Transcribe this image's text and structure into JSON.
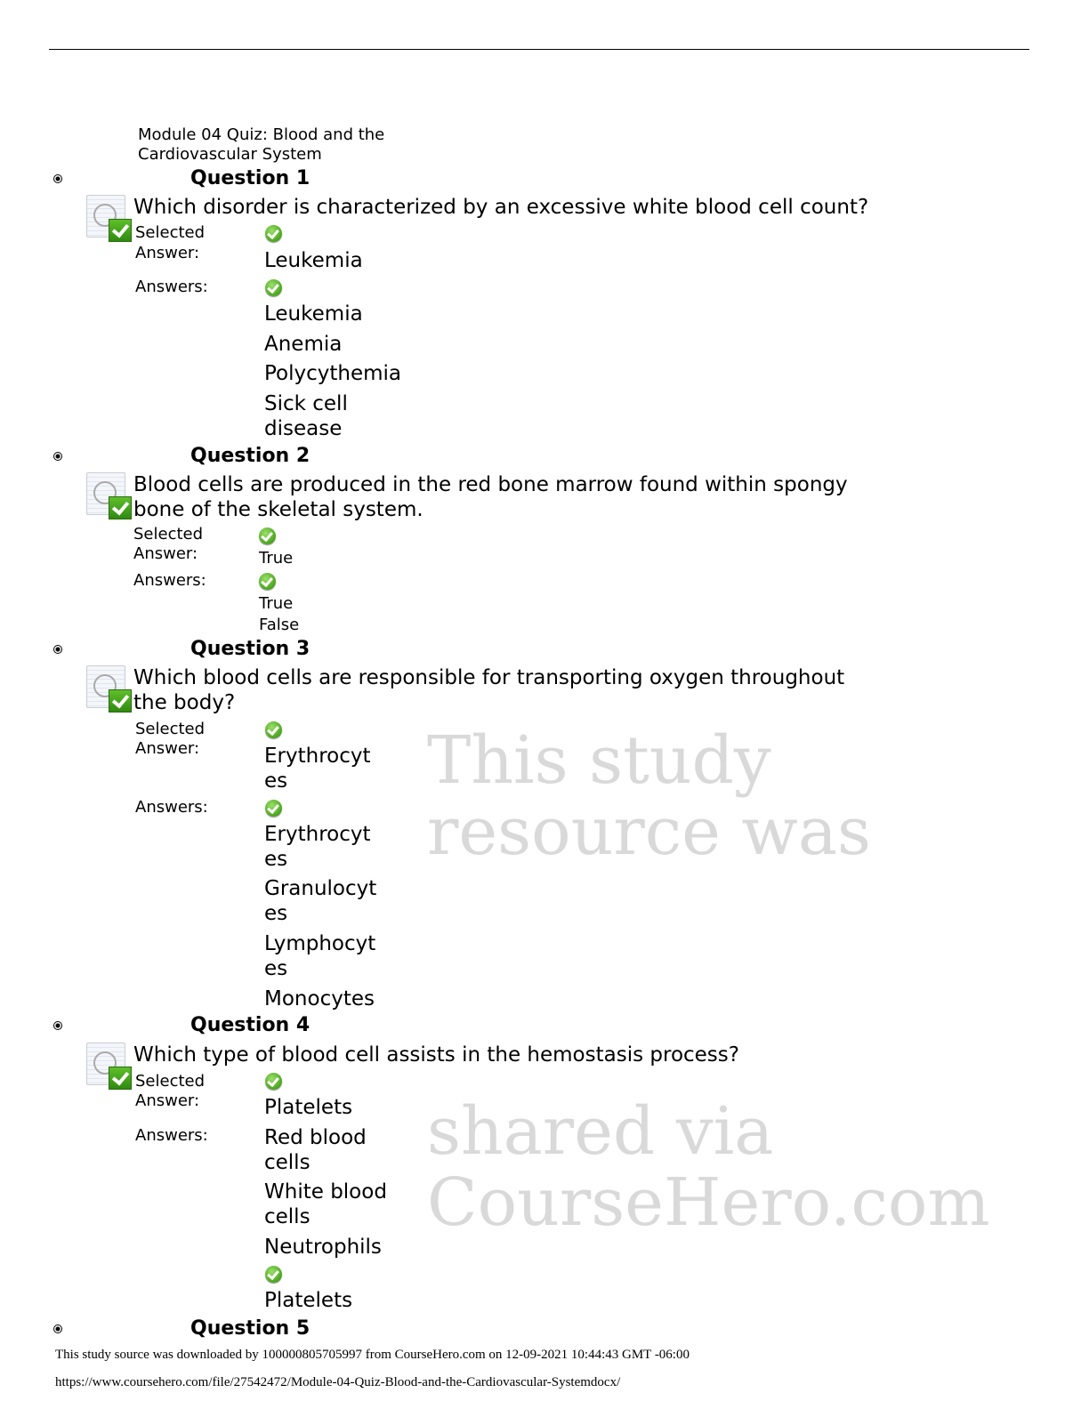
{
  "document": {
    "title_line1": "Module 04 Quiz: Blood and the",
    "title_line2": "Cardiovascular System"
  },
  "labels": {
    "selected_line1": "Selected",
    "selected_line2": "Answer:",
    "answers": "Answers:"
  },
  "questions": [
    {
      "heading": "Question 1",
      "text": "Which disorder is characterized by an excessive white blood cell count?",
      "selected": "Leukemia",
      "answers": [
        "Leukemia",
        "Anemia",
        "Polycythemia",
        "Sick cell disease"
      ],
      "correct": "Leukemia"
    },
    {
      "heading": "Question 2",
      "text_line1": "Blood cells are produced in the red bone marrow found within spongy",
      "text_line2": "bone of the skeletal system.",
      "selected": "True",
      "answers": [
        "True",
        "False"
      ],
      "correct": "True"
    },
    {
      "heading": "Question 3",
      "text_line1": "Which blood cells are responsible for transporting oxygen throughout",
      "text_line2": "the body?",
      "selected": "Erythrocytes",
      "answers": [
        "Erythrocytes",
        "Granulocytes",
        "Lymphocytes",
        "Monocytes"
      ],
      "correct": "Erythrocytes"
    },
    {
      "heading": "Question 4",
      "text": "Which type of blood cell assists in the hemostasis process?",
      "selected": "Platelets",
      "answers": [
        "Red blood cells",
        "White blood cells",
        "Neutrophils",
        "Platelets"
      ],
      "correct": "Platelets"
    },
    {
      "heading": "Question 5"
    }
  ],
  "watermark": {
    "line1": "This study resource was",
    "line2": "shared via CourseHero.com"
  },
  "footer": {
    "source": "This study source was downloaded by 100000805705997 from CourseHero.com on 12-09-2021 10:44:43 GMT -06:00",
    "url": "https://www.coursehero.com/file/27542472/Module-04-Quiz-Blood-and-the-Cardiovascular-Systemdocx/"
  }
}
